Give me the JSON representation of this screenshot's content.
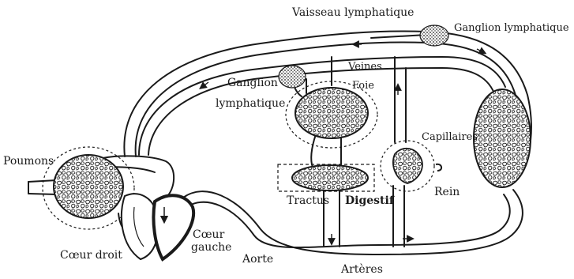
{
  "labels": {
    "vaisseau_lymphatique": "Vaisseau lymphatique",
    "ganglion_lymphatique_top": "Ganglion lymphatique",
    "ganglion": "Ganglion",
    "lymphatique": "lymphatique",
    "veines": "Veines",
    "foie": "Foie",
    "capillaires": "Capillaires",
    "poumons": "Poumons",
    "rein": "Rein",
    "tractus": "Tractus",
    "digestif": "Digestif",
    "coeur_droit": "Cœur droit",
    "coeur": "Cœur",
    "gauche": "gauche",
    "aorte": "Aorte",
    "arteres": "Artères"
  },
  "colors": {
    "ink": "#1a1a1a",
    "paper": "#ffffff"
  }
}
